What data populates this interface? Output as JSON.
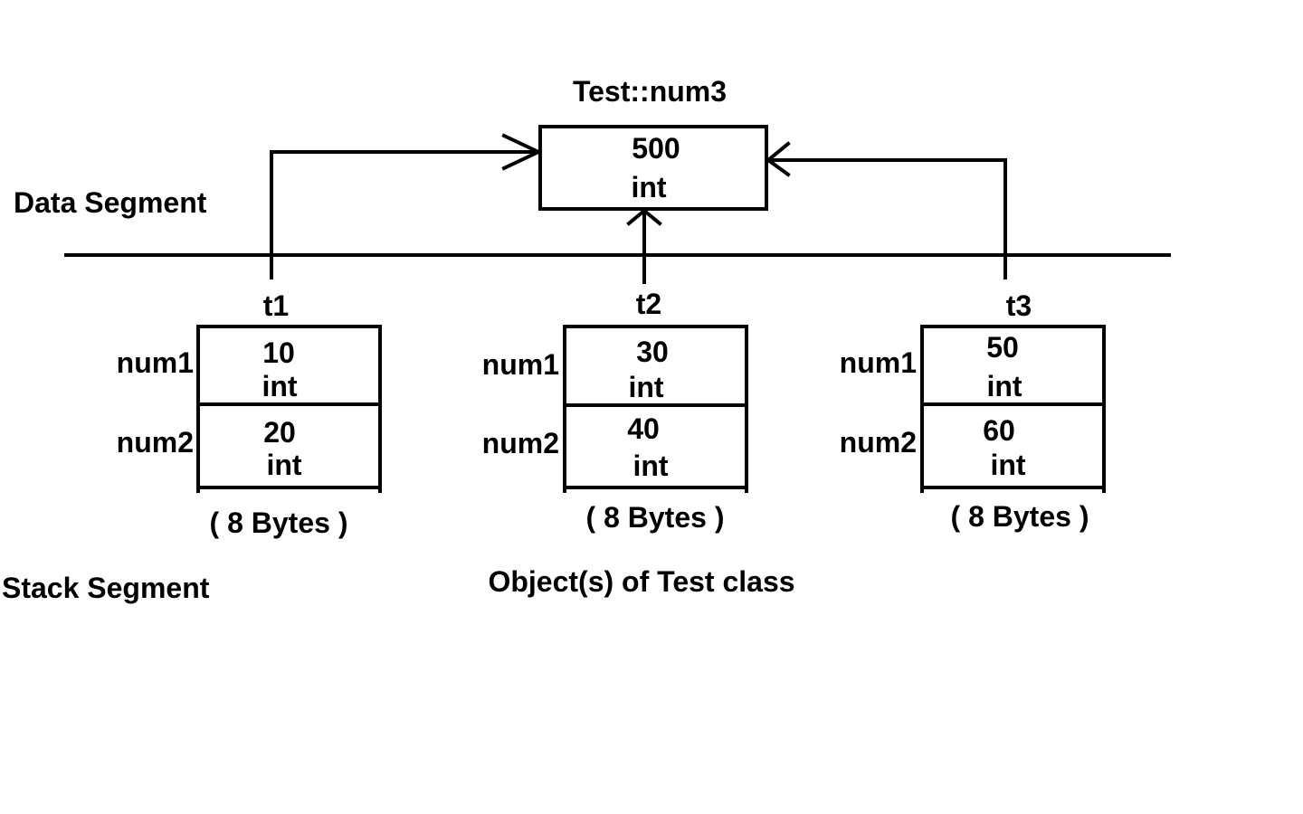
{
  "static_member": {
    "label": "Test::num3",
    "value": "500",
    "type": "int"
  },
  "segments": {
    "data": "Data Segment",
    "stack": "Stack Segment"
  },
  "objects_caption": "Object(s) of Test class",
  "objects": [
    {
      "name": "t1",
      "fields": [
        {
          "name": "num1",
          "value": "10",
          "type": "int"
        },
        {
          "name": "num2",
          "value": "20",
          "type": "int"
        }
      ],
      "size": "( 8 Bytes )"
    },
    {
      "name": "t2",
      "fields": [
        {
          "name": "num1",
          "value": "30",
          "type": "int"
        },
        {
          "name": "num2",
          "value": "40",
          "type": "int"
        }
      ],
      "size": "( 8 Bytes )"
    },
    {
      "name": "t3",
      "fields": [
        {
          "name": "num1",
          "value": "50",
          "type": "int"
        },
        {
          "name": "num2",
          "value": "60",
          "type": "int"
        }
      ],
      "size": "( 8 Bytes )"
    }
  ]
}
